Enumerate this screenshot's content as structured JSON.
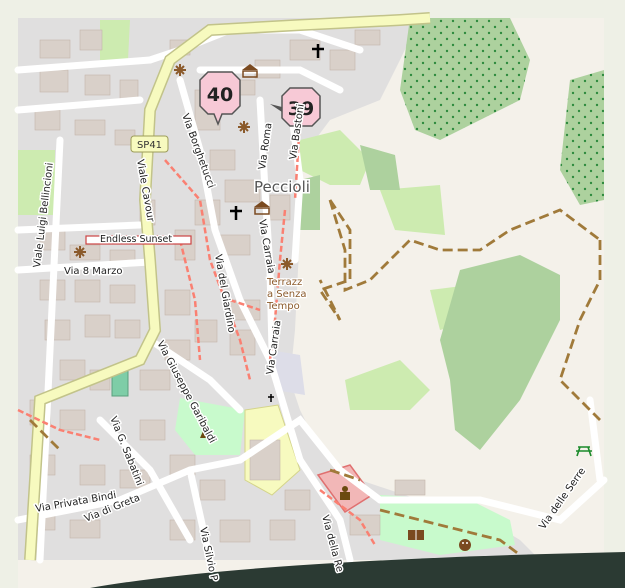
{
  "map": {
    "town": "Peccioli",
    "route_shield": "SP41",
    "markers": [
      "40",
      "39"
    ],
    "streets": [
      "Via Borghetucci",
      "Via Roma",
      "Via Bastoni",
      "Viale Cavour",
      "Viale Luigi Bellincioni",
      "Via 8 Marzo",
      "Via Carraia",
      "Via del Giardino",
      "Via Giuseppe Garibaldi",
      "Via Carraia",
      "Via G. Sabatini",
      "Via Privata Bindi",
      "Via di Greta",
      "Via Silvio P",
      "Via della Re",
      "Via delle Serre"
    ],
    "pois": [
      "Endless Sunset",
      "Terrazz",
      "a Senza",
      "Tempo"
    ],
    "icons": [
      "viewpoint-icon",
      "museum-icon",
      "church-icon",
      "monument-icon",
      "library-icon",
      "theatre-icon",
      "picnic-icon",
      "wayside-cross-icon"
    ],
    "colors": {
      "background": "#f4f1ea",
      "built_area": "#e0dfdf",
      "building": "#d9d0c9",
      "main_road": "#f7fabf",
      "main_road_casing": "#c2c38a",
      "forest": "#add19e",
      "meadow": "#cdebb0",
      "park": "#c8facc",
      "pedestrian": "#dddde8",
      "footway": "#fa8072",
      "track": "#996600",
      "marker_fill": "#f7c9d6"
    }
  }
}
